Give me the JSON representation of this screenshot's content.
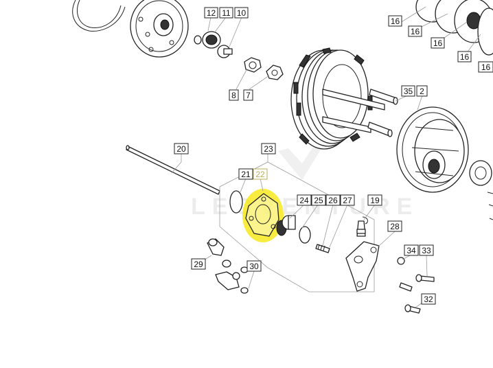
{
  "diagram": {
    "highlight_color": "#f7e600",
    "highlighted_part": "22",
    "watermark_text": "LEOVENTURE",
    "callouts": [
      {
        "id": "12",
        "label": "12"
      },
      {
        "id": "11",
        "label": "11"
      },
      {
        "id": "10",
        "label": "10"
      },
      {
        "id": "8",
        "label": "8"
      },
      {
        "id": "7",
        "label": "7"
      },
      {
        "id": "16a",
        "label": "16"
      },
      {
        "id": "16b",
        "label": "16"
      },
      {
        "id": "16c",
        "label": "16"
      },
      {
        "id": "16d",
        "label": "16"
      },
      {
        "id": "16e",
        "label": "16"
      },
      {
        "id": "35",
        "label": "35"
      },
      {
        "id": "2",
        "label": "2"
      },
      {
        "id": "20",
        "label": "20"
      },
      {
        "id": "23",
        "label": "23"
      },
      {
        "id": "21",
        "label": "21"
      },
      {
        "id": "22",
        "label": "22"
      },
      {
        "id": "24",
        "label": "24"
      },
      {
        "id": "25",
        "label": "25"
      },
      {
        "id": "26",
        "label": "26"
      },
      {
        "id": "27",
        "label": "27"
      },
      {
        "id": "19",
        "label": "19"
      },
      {
        "id": "28",
        "label": "28"
      },
      {
        "id": "34",
        "label": "34"
      },
      {
        "id": "33",
        "label": "33"
      },
      {
        "id": "32",
        "label": "32"
      },
      {
        "id": "29",
        "label": "29"
      },
      {
        "id": "30",
        "label": "30"
      }
    ]
  }
}
